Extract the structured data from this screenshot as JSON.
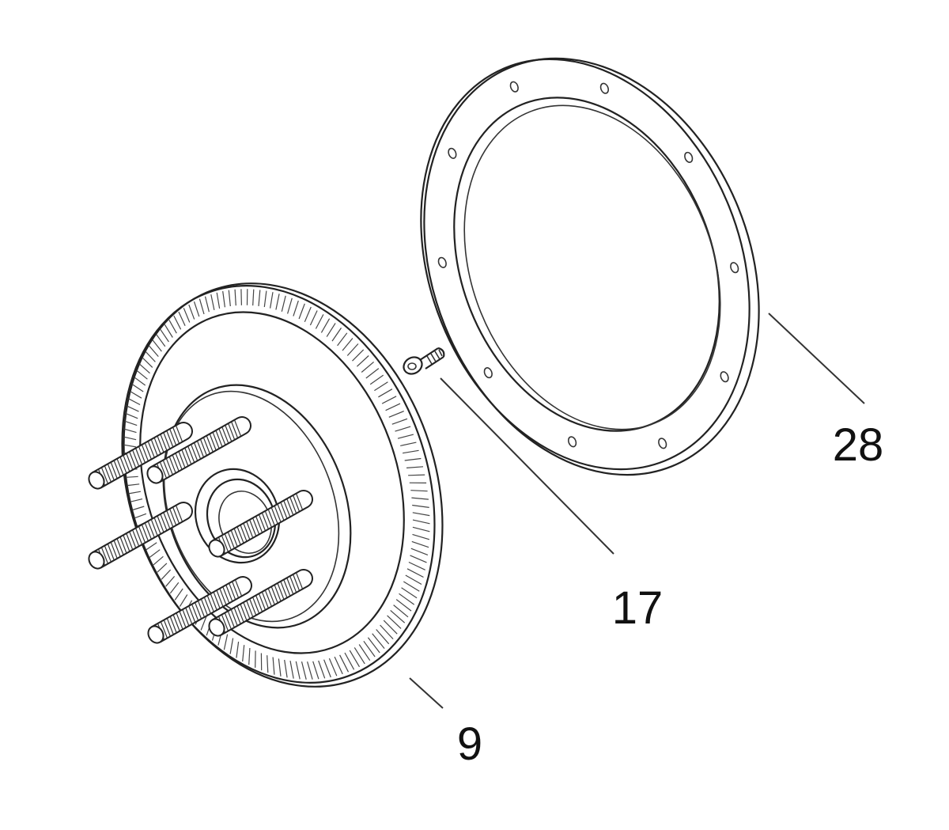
{
  "callouts": [
    {
      "id": "ring",
      "label": "28"
    },
    {
      "id": "screw",
      "label": "17"
    },
    {
      "id": "hub",
      "label": "9"
    }
  ],
  "colors": {
    "line": "#222222",
    "background": "#ffffff"
  },
  "stud_count": 6,
  "ring_bolt_hole_count": 10
}
